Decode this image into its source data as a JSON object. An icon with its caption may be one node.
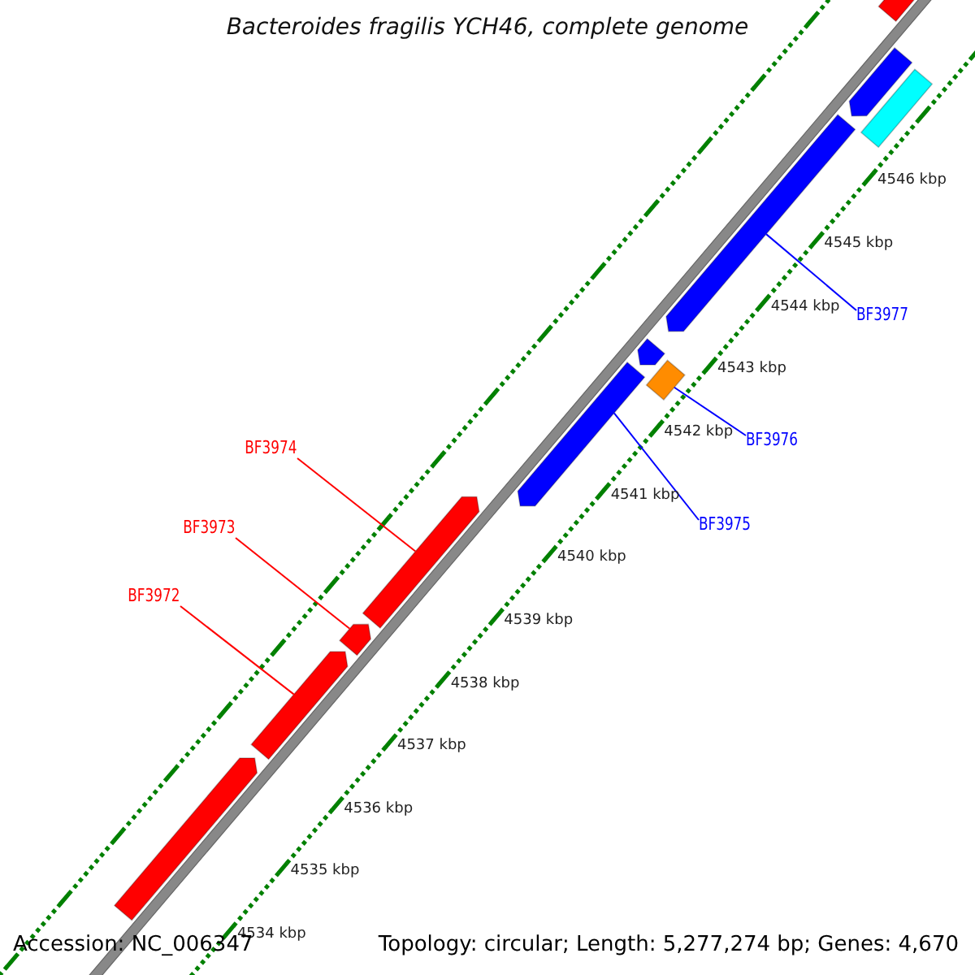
{
  "diagram": {
    "title": "Bacteroides fragilis YCH46, complete genome",
    "nodes": [
      {
        "text": [
          "BF3977"
        ]
      },
      {
        "text": [
          "BF3976"
        ]
      },
      {
        "text": [
          "BF3975"
        ]
      },
      {
        "text": [
          "BF3974"
        ]
      },
      {
        "text": [
          "BF3973"
        ]
      },
      {
        "text": [
          "BF3972"
        ]
      },
      {
        "text": [],
        "shape": "bar"
      },
      {
        "text": [],
        "shape": "bar"
      },
      {
        "text": [],
        "shape": "bar"
      },
      {
        "text": [],
        "shape": "bar"
      },
      {
        "text": [],
        "shape": "bar"
      },
      {
        "text": [],
        "shape": "bar"
      },
      {
        "text": [],
        "shape": "bar"
      },
      {
        "text": [],
        "shape": "bar"
      },
      {
        "text": [],
        "shape": "bar"
      },
      {
        "text": [],
        "shape": "bar"
      },
      {
        "text": [],
        "shape": "bar"
      }
    ],
    "edges": [
      {
        "from": 0,
        "to": 9,
        "arrow": "none",
        "color": "#0000ff"
      },
      {
        "from": 1,
        "to": 11,
        "arrow": "none",
        "color": "#0000ff"
      },
      {
        "from": 2,
        "to": 12,
        "arrow": "none",
        "color": "#0000ff"
      },
      {
        "from": 3,
        "to": 13,
        "arrow": "none",
        "color": "#ff0000"
      },
      {
        "from": 4,
        "to": 14,
        "arrow": "none",
        "color": "#ff0000"
      },
      {
        "from": 5,
        "to": 15,
        "arrow": "none",
        "color": "#ff0000"
      }
    ],
    "labels": [
      "4546 kbp",
      "4545 kbp",
      "4544 kbp",
      "4543 kbp",
      "4542 kbp",
      "4541 kbp",
      "4540 kbp",
      "4539 kbp",
      "4538 kbp",
      "4537 kbp",
      "4536 kbp",
      "4535 kbp",
      "4534 kbp",
      "Accession: NC_006347",
      "Topology: circular; Length: 5,277,274 bp; Genes: 4,670"
    ]
  }
}
